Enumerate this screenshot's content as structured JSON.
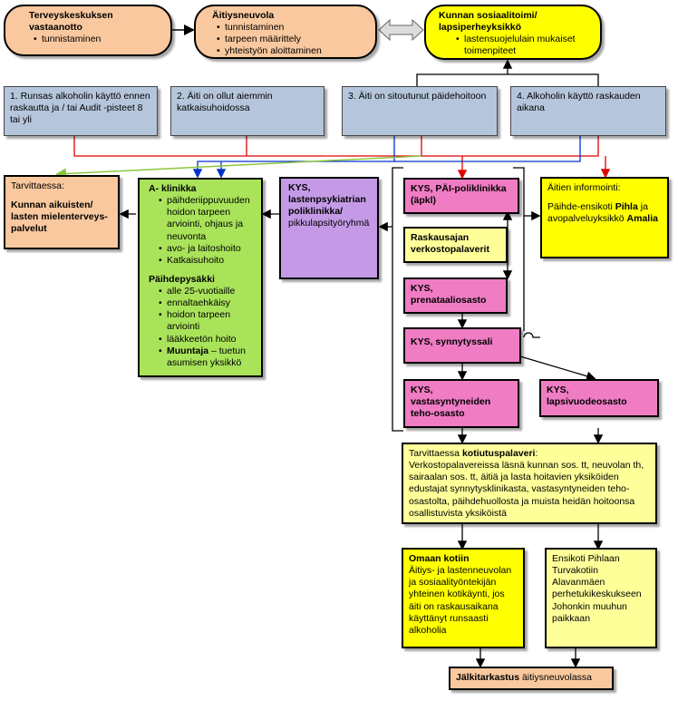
{
  "top": {
    "tk_title": "Terveyskeskuksen vastaanotto",
    "tk_items": [
      "tunnistaminen"
    ],
    "an_title": "Äitiysneuvola",
    "an_items": [
      "tunnistaminen",
      "tarpeen määrittely",
      "yhteistyön aloittaminen"
    ],
    "ks_title": "Kunnan sosiaalitoimi/ lapsiperheyksikkö",
    "ks_items": [
      "lastensuojelulain mukaiset toimenpiteet"
    ]
  },
  "criteria": [
    "1. Runsas alkoholin käyttö ennen raskautta ja / tai Audit -pisteet 8 tai yli",
    "2. Äiti on ollut aiemmin katkaisuhoidossa",
    "3. Äiti on sitoutunut päidehoitoon",
    "4. Alkoholin käyttö raskauden aikana"
  ],
  "tarvittaessa": {
    "label": "Tarvittaessa:",
    "bold": "Kunnan aikuisten/ lasten mielenterveys-palvelut"
  },
  "aklinikka": {
    "title": "A- klinikka",
    "items": [
      "päihderiippuvuuden hoidon tarpeen arviointi, ohjaus ja neuvonta",
      "avo- ja laitoshoito",
      "Katkaisuhoito"
    ],
    "p_title": "Päihdepysäkki",
    "p_items": [
      "alle 25-vuotiaille",
      "ennaltaehkäisy",
      "hoidon tarpeen arviointi",
      "lääkkeetön hoito"
    ],
    "muuntaja_bold": "Muuntaja",
    "muuntaja_rest": " – tuetun asumisen yksikkö"
  },
  "kys_lastenpsyk": {
    "bold": "KYS, lastenpsykiatrian poliklinikka/",
    "rest": "pikkulapsityöryhmä"
  },
  "kys_pai": "KYS, PÄI-poliklinikka (äpkl)",
  "raskausajan": "Raskausajan verkostopalaverit",
  "prenataali": "KYS, prenataaliosasto",
  "synnytyssali": "KYS, synnytyssali",
  "vastasyntyneet": "KYS, vastasyntyneiden teho-osasto",
  "lapsivuode": "KYS, lapsivuodeosasto",
  "aitien": {
    "label": "Äitien informointi:",
    "t1": "Päihde-ensikoti ",
    "pihla": "Pihla",
    "t2": " ja avopalveluyksikkö ",
    "amalia": "Amalia"
  },
  "kotiutus": {
    "t1": "Tarvittaessa ",
    "bold": "kotiutuspalaveri",
    "t2": ":",
    "body": "Verkostopalavereissa läsnä kunnan sos. tt, neuvolan th, sairaalan sos. tt, äitiä ja lasta hoitavien yksiköiden edustajat synnytysklinikasta, vastasyntyneiden teho-osastolta, päihdehuollosta ja muista heidän hoitoonsa osallistuvista yksiköistä"
  },
  "omaan": {
    "title": "Omaan kotiin",
    "body": "Äitiys- ja lastenneuvolan ja sosiaalityöntekijän yhteinen kotikäynti, jos äiti on raskausaikana käyttänyt runsaasti alkoholia"
  },
  "ensikoti": "Ensikoti Pihlaan Turvakotiin Alavanmäen perhetukikeskukseen Johonkin muuhun paikkaan",
  "jalki": {
    "bold": "Jälkitarkastus",
    "rest": " äitiysneuvolassa"
  },
  "colors": {
    "red": "#e00000",
    "blue": "#0033cc",
    "green": "#8cc63f",
    "black": "#000000"
  }
}
